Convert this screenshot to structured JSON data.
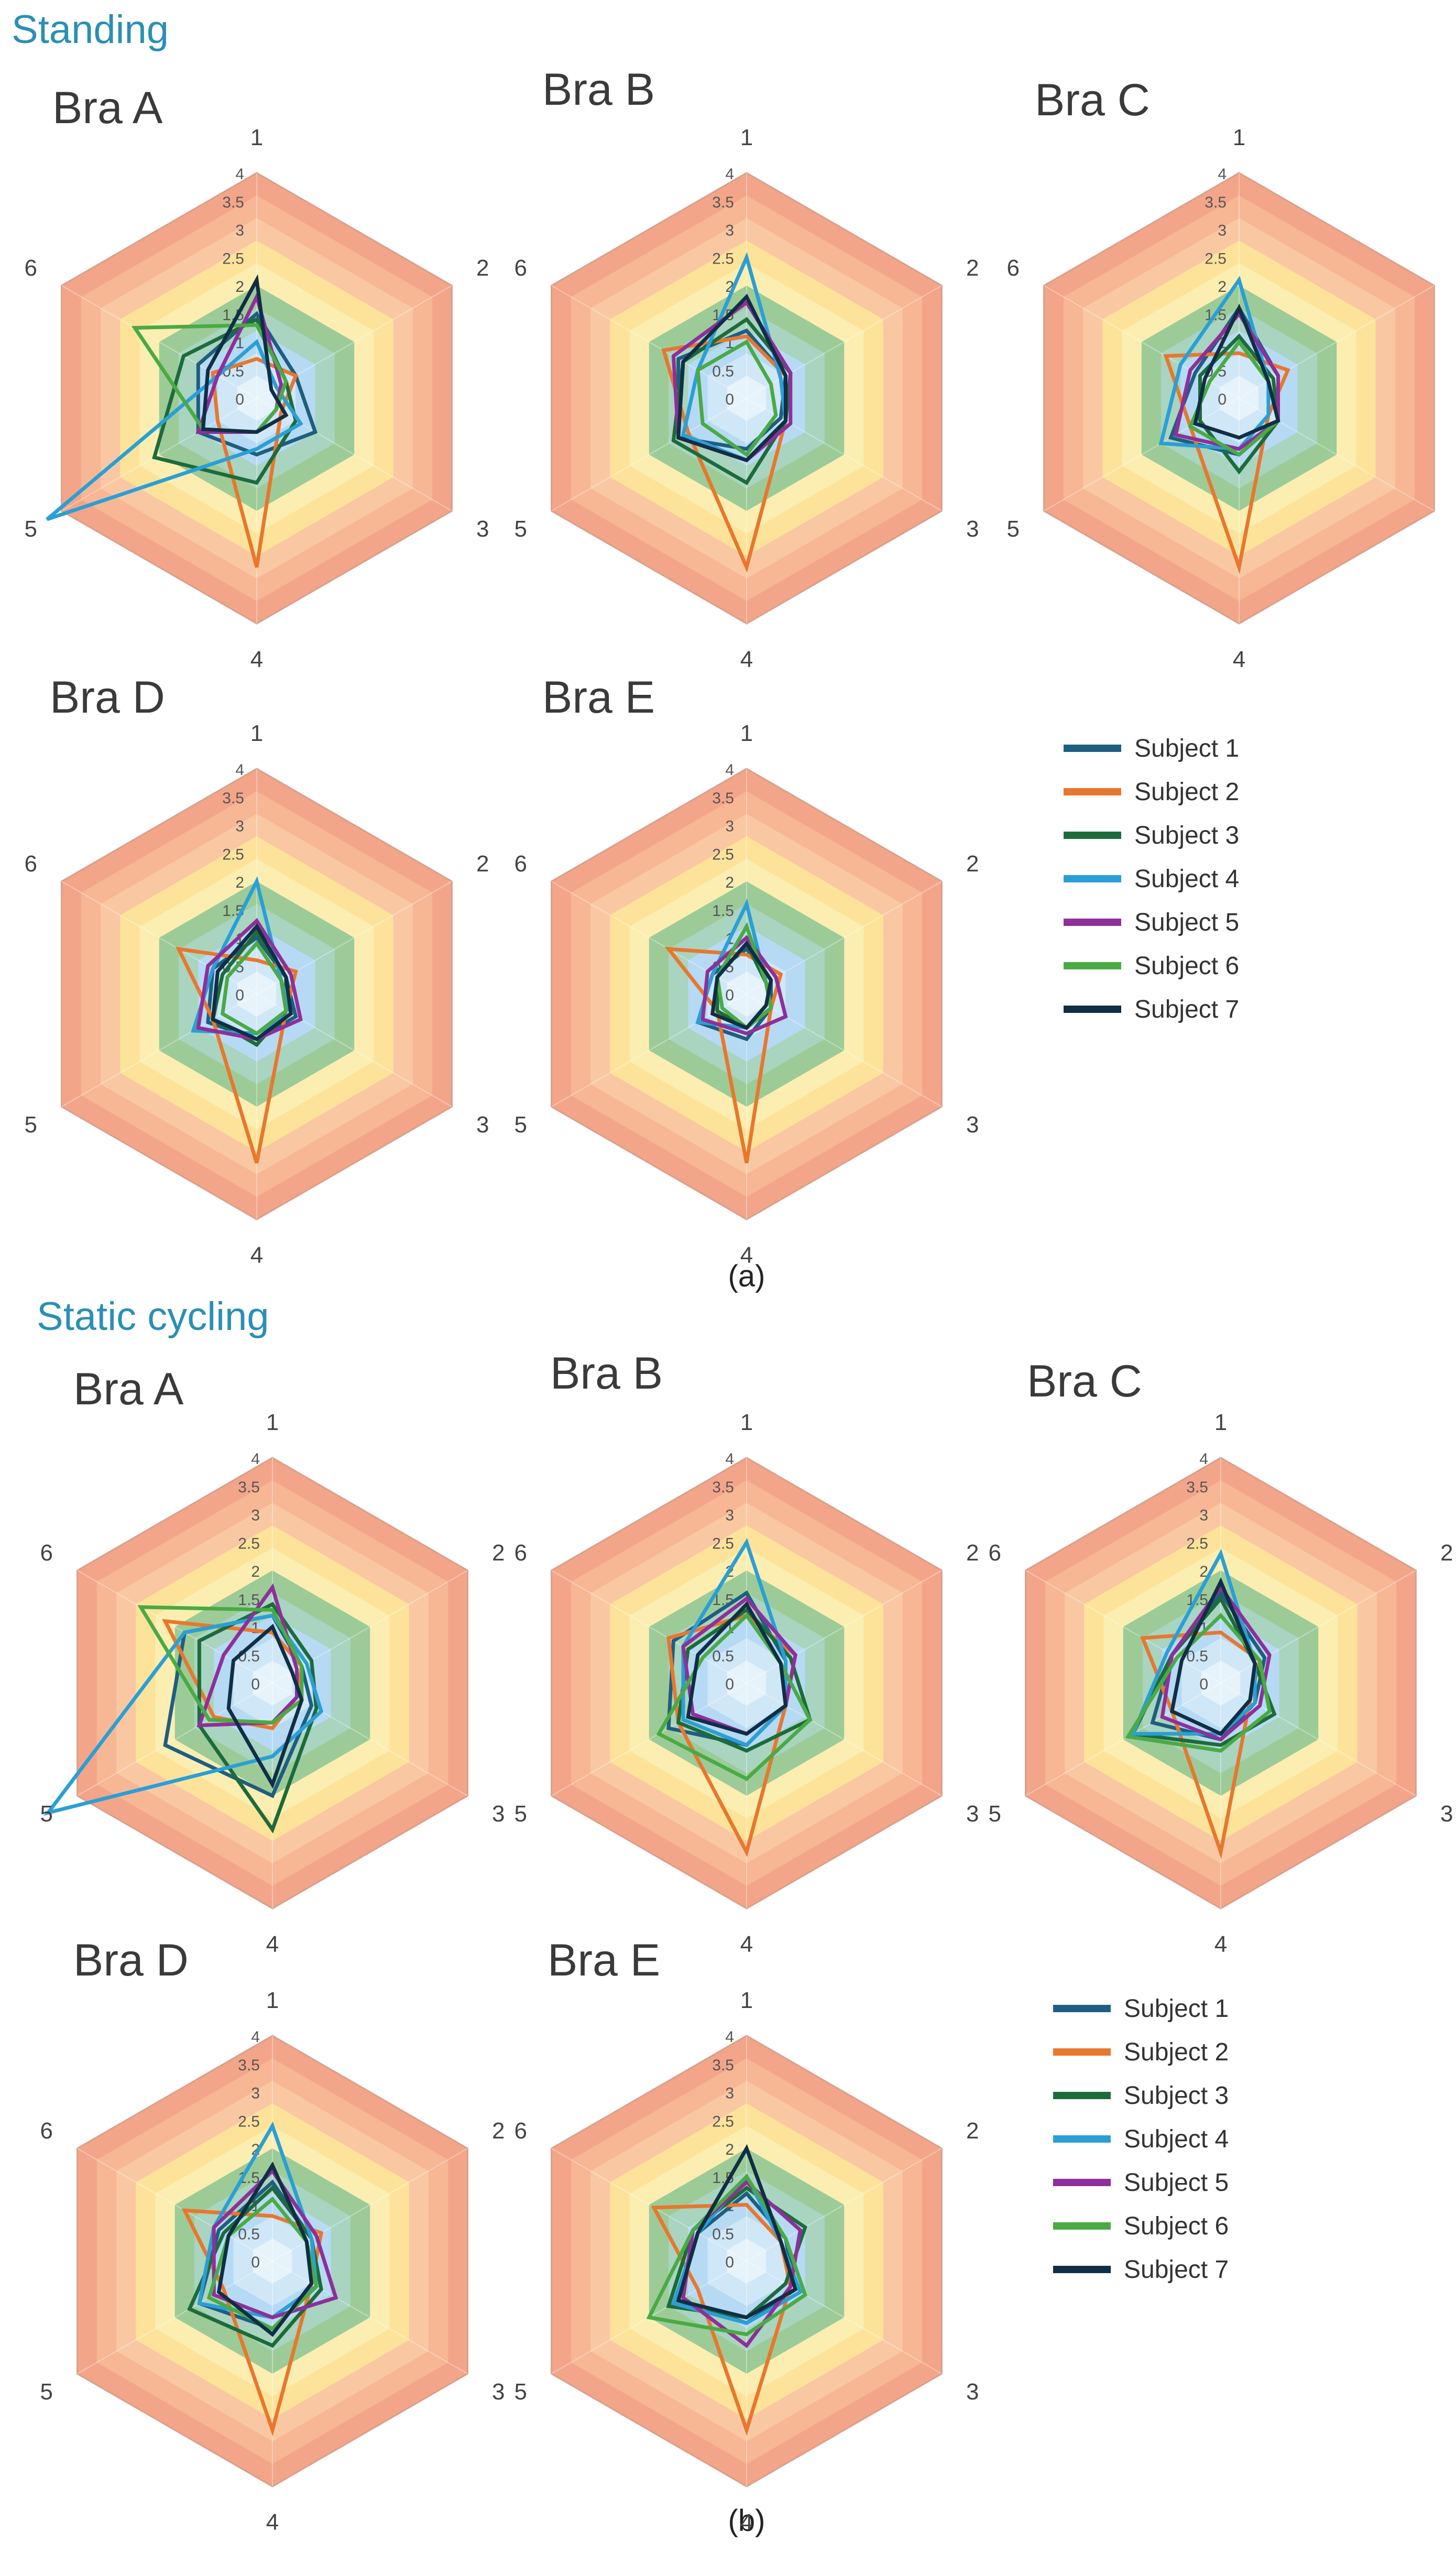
{
  "figure": {
    "section_a": {
      "title": "Standing",
      "caption": "(a)"
    },
    "section_b": {
      "title": "Static cycling",
      "caption": "(b)"
    }
  },
  "colors": {
    "section_title": "#2a8fb5",
    "band_fills": [
      "#e6f3fb",
      "#cfe7f7",
      "#b6daf3",
      "#a8d4c0",
      "#9ccb98",
      "#fbeeb0",
      "#fde39a",
      "#f9c8a3",
      "#f7b694",
      "#f3a58a"
    ],
    "series": [
      "#1e5e80",
      "#e8772e",
      "#1d6b3a",
      "#2a9fd6",
      "#8e2f9a",
      "#4aaa44",
      "#102e45"
    ]
  },
  "legend": {
    "series_names": [
      "Subject 1",
      "Subject 2",
      "Subject 3",
      "Subject 4",
      "Subject 5",
      "Subject 6",
      "Subject 7"
    ]
  },
  "chart_data": [
    {
      "type": "radar",
      "group": "Standing",
      "title": "Bra A",
      "axes": [
        "1",
        "2",
        "3",
        "4",
        "5",
        "6"
      ],
      "rlim": [
        0,
        4
      ],
      "ticks": [
        "0",
        "0.5",
        "1",
        "1.5",
        "2",
        "2.5",
        "3",
        "3.5",
        "4"
      ],
      "series": [
        {
          "name": "Subject 1",
          "values": [
            1.5,
            0.8,
            1.2,
            1.0,
            1.2,
            1.2
          ]
        },
        {
          "name": "Subject 2",
          "values": [
            0.7,
            0.8,
            0.5,
            3.0,
            0.8,
            0.9
          ]
        },
        {
          "name": "Subject 3",
          "values": [
            1.4,
            0.6,
            0.8,
            1.5,
            2.1,
            1.5
          ]
        },
        {
          "name": "Subject 4",
          "values": [
            1.0,
            0.4,
            0.9,
            0.9,
            4.3,
            0.8
          ]
        },
        {
          "name": "Subject 5",
          "values": [
            1.8,
            0.5,
            0.4,
            0.6,
            1.2,
            0.8
          ]
        },
        {
          "name": "Subject 6",
          "values": [
            1.3,
            0.6,
            0.4,
            0.6,
            1.1,
            2.5
          ]
        },
        {
          "name": "Subject 7",
          "values": [
            2.1,
            0.3,
            0.6,
            0.6,
            1.1,
            1.0
          ]
        }
      ]
    },
    {
      "type": "radar",
      "group": "Standing",
      "title": "Bra B",
      "axes": [
        "1",
        "2",
        "3",
        "4",
        "5",
        "6"
      ],
      "rlim": [
        0,
        4
      ],
      "ticks": [
        "0",
        "0.5",
        "1",
        "1.5",
        "2",
        "2.5",
        "3",
        "3.5",
        "4"
      ],
      "series": [
        {
          "name": "Subject 1",
          "values": [
            1.2,
            0.8,
            0.7,
            0.9,
            1.4,
            1.4
          ]
        },
        {
          "name": "Subject 2",
          "values": [
            1.1,
            0.8,
            0.8,
            3.0,
            1.2,
            1.7
          ]
        },
        {
          "name": "Subject 3",
          "values": [
            1.4,
            0.9,
            0.8,
            1.5,
            1.5,
            1.3
          ]
        },
        {
          "name": "Subject 4",
          "values": [
            2.5,
            0.7,
            0.8,
            1.1,
            1.3,
            1.0
          ]
        },
        {
          "name": "Subject 5",
          "values": [
            1.7,
            0.9,
            0.9,
            1.1,
            1.4,
            1.5
          ]
        },
        {
          "name": "Subject 6",
          "values": [
            1.0,
            0.5,
            0.6,
            1.0,
            0.9,
            1.0
          ]
        },
        {
          "name": "Subject 7",
          "values": [
            1.8,
            0.8,
            0.8,
            1.1,
            1.4,
            1.3
          ]
        }
      ]
    },
    {
      "type": "radar",
      "group": "Standing",
      "title": "Bra C",
      "axes": [
        "1",
        "2",
        "3",
        "4",
        "5",
        "6"
      ],
      "rlim": [
        0,
        4
      ],
      "ticks": [
        "0",
        "0.5",
        "1",
        "1.5",
        "2",
        "2.5",
        "3",
        "3.5",
        "4"
      ],
      "series": [
        {
          "name": "Subject 1",
          "values": [
            1.6,
            0.8,
            0.8,
            1.0,
            1.4,
            0.9
          ]
        },
        {
          "name": "Subject 2",
          "values": [
            0.8,
            1.0,
            0.6,
            3.0,
            1.0,
            1.5
          ]
        },
        {
          "name": "Subject 3",
          "values": [
            1.1,
            0.7,
            0.8,
            1.3,
            0.8,
            0.8
          ]
        },
        {
          "name": "Subject 4",
          "values": [
            2.1,
            0.6,
            0.6,
            0.9,
            1.6,
            1.2
          ]
        },
        {
          "name": "Subject 5",
          "values": [
            1.5,
            0.8,
            0.8,
            0.9,
            1.3,
            1.0
          ]
        },
        {
          "name": "Subject 6",
          "values": [
            1.0,
            0.6,
            0.8,
            1.0,
            1.0,
            0.6
          ]
        },
        {
          "name": "Subject 7",
          "values": [
            1.6,
            0.6,
            0.8,
            0.7,
            0.9,
            0.7
          ]
        }
      ]
    },
    {
      "type": "radar",
      "group": "Standing",
      "title": "Bra D",
      "axes": [
        "1",
        "2",
        "3",
        "4",
        "5",
        "6"
      ],
      "rlim": [
        0,
        4
      ],
      "ticks": [
        "0",
        "0.5",
        "1",
        "1.5",
        "2",
        "2.5",
        "3",
        "3.5",
        "4"
      ],
      "series": [
        {
          "name": "Subject 1",
          "values": [
            1.0,
            0.6,
            0.8,
            0.8,
            1.0,
            0.9
          ]
        },
        {
          "name": "Subject 2",
          "values": [
            0.6,
            0.8,
            0.6,
            3.0,
            0.9,
            1.6
          ]
        },
        {
          "name": "Subject 3",
          "values": [
            1.1,
            0.6,
            0.6,
            0.9,
            0.9,
            0.7
          ]
        },
        {
          "name": "Subject 4",
          "values": [
            2.0,
            0.5,
            0.7,
            0.7,
            1.3,
            0.9
          ]
        },
        {
          "name": "Subject 5",
          "values": [
            1.3,
            0.7,
            0.9,
            0.8,
            1.2,
            1.0
          ]
        },
        {
          "name": "Subject 6",
          "values": [
            0.9,
            0.5,
            0.6,
            0.7,
            0.7,
            0.6
          ]
        },
        {
          "name": "Subject 7",
          "values": [
            1.2,
            0.6,
            0.7,
            0.8,
            0.9,
            0.8
          ]
        }
      ]
    },
    {
      "type": "radar",
      "group": "Standing",
      "title": "Bra E",
      "axes": [
        "1",
        "2",
        "3",
        "4",
        "5",
        "6"
      ],
      "rlim": [
        0,
        4
      ],
      "ticks": [
        "0",
        "0.5",
        "1",
        "1.5",
        "2",
        "2.5",
        "3",
        "3.5",
        "4"
      ],
      "series": [
        {
          "name": "Subject 1",
          "values": [
            0.8,
            0.5,
            0.5,
            0.8,
            1.0,
            0.7
          ]
        },
        {
          "name": "Subject 2",
          "values": [
            0.7,
            0.7,
            0.5,
            3.0,
            0.6,
            1.6
          ]
        },
        {
          "name": "Subject 3",
          "values": [
            0.9,
            0.4,
            0.5,
            0.6,
            0.6,
            0.6
          ]
        },
        {
          "name": "Subject 4",
          "values": [
            1.6,
            0.4,
            0.5,
            0.6,
            1.0,
            0.7
          ]
        },
        {
          "name": "Subject 5",
          "values": [
            1.0,
            0.6,
            0.8,
            0.7,
            0.9,
            0.8
          ]
        },
        {
          "name": "Subject 6",
          "values": [
            1.2,
            0.4,
            0.5,
            0.6,
            0.5,
            0.6
          ]
        },
        {
          "name": "Subject 7",
          "values": [
            0.9,
            0.5,
            0.4,
            0.6,
            0.7,
            0.6
          ]
        }
      ]
    },
    {
      "type": "radar",
      "group": "Static cycling",
      "title": "Bra A",
      "axes": [
        "1",
        "2",
        "3",
        "4",
        "5",
        "6"
      ],
      "rlim": [
        0,
        4
      ],
      "ticks": [
        "0",
        "0.5",
        "1",
        "1.5",
        "2",
        "2.5",
        "3",
        "3.5",
        "4"
      ],
      "series": [
        {
          "name": "Subject 1",
          "values": [
            1.2,
            0.6,
            0.8,
            2.0,
            2.2,
            1.8
          ]
        },
        {
          "name": "Subject 2",
          "values": [
            0.9,
            0.6,
            0.5,
            0.8,
            1.2,
            2.2
          ]
        },
        {
          "name": "Subject 3",
          "values": [
            1.4,
            0.8,
            0.9,
            2.6,
            1.5,
            1.5
          ]
        },
        {
          "name": "Subject 4",
          "values": [
            1.2,
            0.7,
            1.0,
            1.3,
            4.6,
            1.8
          ]
        },
        {
          "name": "Subject 5",
          "values": [
            1.7,
            0.5,
            0.5,
            0.7,
            1.5,
            1.0
          ]
        },
        {
          "name": "Subject 6",
          "values": [
            1.3,
            0.6,
            0.6,
            0.7,
            1.3,
            2.7
          ]
        },
        {
          "name": "Subject 7",
          "values": [
            1.0,
            0.4,
            0.6,
            1.8,
            0.9,
            0.8
          ]
        }
      ]
    },
    {
      "type": "radar",
      "group": "Static cycling",
      "title": "Bra B",
      "axes": [
        "1",
        "2",
        "3",
        "4",
        "5",
        "6"
      ],
      "rlim": [
        0,
        4
      ],
      "ticks": [
        "0",
        "0.5",
        "1",
        "1.5",
        "2",
        "2.5",
        "3",
        "3.5",
        "4"
      ],
      "series": [
        {
          "name": "Subject 1",
          "values": [
            1.6,
            0.8,
            0.8,
            1.1,
            1.6,
            1.5
          ]
        },
        {
          "name": "Subject 2",
          "values": [
            1.2,
            1.0,
            0.8,
            3.0,
            1.4,
            1.6
          ]
        },
        {
          "name": "Subject 3",
          "values": [
            1.3,
            0.9,
            1.3,
            1.2,
            1.4,
            1.2
          ]
        },
        {
          "name": "Subject 4",
          "values": [
            2.5,
            0.8,
            0.8,
            1.1,
            1.3,
            1.3
          ]
        },
        {
          "name": "Subject 5",
          "values": [
            1.5,
            1.0,
            0.8,
            0.9,
            1.1,
            1.3
          ]
        },
        {
          "name": "Subject 6",
          "values": [
            1.2,
            0.7,
            1.3,
            1.7,
            1.8,
            0.9
          ]
        },
        {
          "name": "Subject 7",
          "values": [
            1.4,
            0.7,
            0.8,
            0.9,
            1.2,
            1.0
          ]
        }
      ]
    },
    {
      "type": "radar",
      "group": "Static cycling",
      "title": "Bra C",
      "axes": [
        "1",
        "2",
        "3",
        "4",
        "5",
        "6"
      ],
      "rlim": [
        0,
        4
      ],
      "ticks": [
        "0",
        "0.5",
        "1",
        "1.5",
        "2",
        "2.5",
        "3",
        "3.5",
        "4"
      ],
      "series": [
        {
          "name": "Subject 1",
          "values": [
            1.6,
            0.9,
            0.7,
            1.0,
            1.4,
            1.0
          ]
        },
        {
          "name": "Subject 2",
          "values": [
            0.9,
            0.8,
            0.6,
            3.0,
            1.0,
            1.6
          ]
        },
        {
          "name": "Subject 3",
          "values": [
            1.5,
            0.7,
            1.1,
            1.1,
            1.8,
            1.0
          ]
        },
        {
          "name": "Subject 4",
          "values": [
            2.3,
            0.7,
            0.7,
            0.9,
            1.8,
            1.1
          ]
        },
        {
          "name": "Subject 5",
          "values": [
            1.7,
            1.0,
            0.8,
            1.0,
            1.2,
            1.0
          ]
        },
        {
          "name": "Subject 6",
          "values": [
            1.2,
            0.8,
            1.0,
            1.2,
            1.9,
            0.9
          ]
        },
        {
          "name": "Subject 7",
          "values": [
            1.8,
            0.7,
            0.6,
            0.9,
            1.0,
            0.8
          ]
        }
      ]
    },
    {
      "type": "radar",
      "group": "Static cycling",
      "title": "Bra D",
      "axes": [
        "1",
        "2",
        "3",
        "4",
        "5",
        "6"
      ],
      "rlim": [
        0,
        4
      ],
      "ticks": [
        "0",
        "0.5",
        "1",
        "1.5",
        "2",
        "2.5",
        "3",
        "3.5",
        "4"
      ],
      "series": [
        {
          "name": "Subject 1",
          "values": [
            1.4,
            0.8,
            0.9,
            1.2,
            1.5,
            1.1
          ]
        },
        {
          "name": "Subject 2",
          "values": [
            0.8,
            1.0,
            0.8,
            3.0,
            1.0,
            1.8
          ]
        },
        {
          "name": "Subject 3",
          "values": [
            1.3,
            0.8,
            1.0,
            1.5,
            1.7,
            1.0
          ]
        },
        {
          "name": "Subject 4",
          "values": [
            2.4,
            0.8,
            0.9,
            1.0,
            1.5,
            1.2
          ]
        },
        {
          "name": "Subject 5",
          "values": [
            1.6,
            0.9,
            1.3,
            1.0,
            1.2,
            1.2
          ]
        },
        {
          "name": "Subject 6",
          "values": [
            1.1,
            0.7,
            0.9,
            1.2,
            1.3,
            0.9
          ]
        },
        {
          "name": "Subject 7",
          "values": [
            1.7,
            0.7,
            0.8,
            1.3,
            1.1,
            0.9
          ]
        }
      ]
    },
    {
      "type": "radar",
      "group": "Static cycling",
      "title": "Bra E",
      "axes": [
        "1",
        "2",
        "3",
        "4",
        "5",
        "6"
      ],
      "rlim": [
        0,
        4
      ],
      "ticks": [
        "0",
        "0.5",
        "1",
        "1.5",
        "2",
        "2.5",
        "3",
        "3.5",
        "4"
      ],
      "series": [
        {
          "name": "Subject 1",
          "values": [
            1.2,
            0.8,
            1.0,
            1.1,
            1.4,
            1.0
          ]
        },
        {
          "name": "Subject 2",
          "values": [
            1.0,
            0.7,
            0.9,
            3.0,
            1.0,
            1.9
          ]
        },
        {
          "name": "Subject 3",
          "values": [
            1.3,
            1.2,
            0.8,
            1.0,
            1.6,
            1.1
          ]
        },
        {
          "name": "Subject 4",
          "values": [
            1.5,
            0.7,
            1.1,
            1.1,
            1.5,
            1.0
          ]
        },
        {
          "name": "Subject 5",
          "values": [
            1.4,
            1.1,
            0.9,
            1.5,
            1.3,
            1.1
          ]
        },
        {
          "name": "Subject 6",
          "values": [
            1.5,
            0.8,
            1.2,
            1.3,
            2.0,
            1.1
          ]
        },
        {
          "name": "Subject 7",
          "values": [
            2.0,
            0.7,
            1.0,
            1.0,
            1.4,
            1.0
          ]
        }
      ]
    }
  ]
}
